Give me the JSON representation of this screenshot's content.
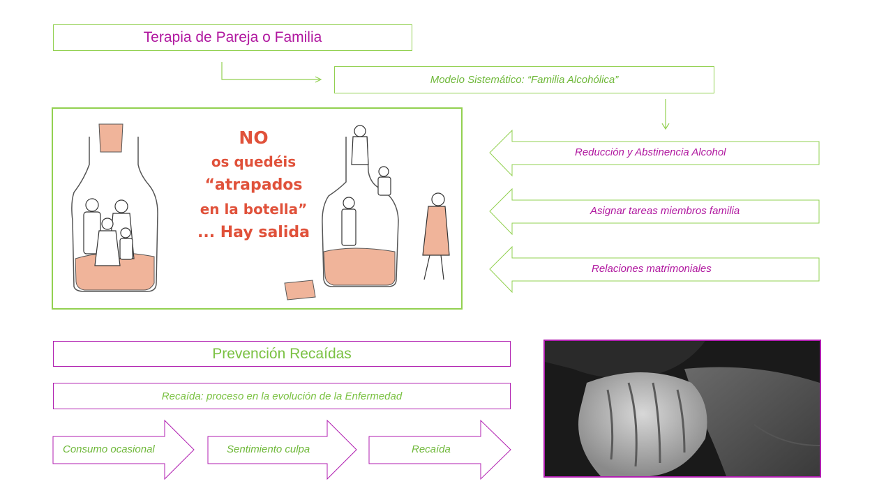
{
  "family": {
    "title": "Terapia de Pareja o Familia",
    "model": "Modelo Sistemático: “Familia Alcohólica”",
    "items": [
      "Reducción y Abstinencia Alcohol",
      "Asignar tareas miembros familia",
      "Relaciones matrimoniales"
    ],
    "poster": {
      "line1": "NO",
      "line2": "os quedéis",
      "line3": "“atrapados",
      "line4": "en la botella”",
      "line5": "... Hay salida"
    }
  },
  "relapse": {
    "title": "Prevención Recaídas",
    "subtitle": "Recaída: proceso en la evolución de la Enfermedad",
    "steps": [
      "Consumo ocasional",
      "Sentimiento culpa",
      "Recaída"
    ]
  },
  "colors": {
    "green": "#92d050",
    "magenta": "#b01eb0",
    "title_magenta": "#b0179f",
    "text_green": "#6fb83a",
    "poster_red": "#e0513a",
    "bottle_fill": "#f0b49a"
  }
}
